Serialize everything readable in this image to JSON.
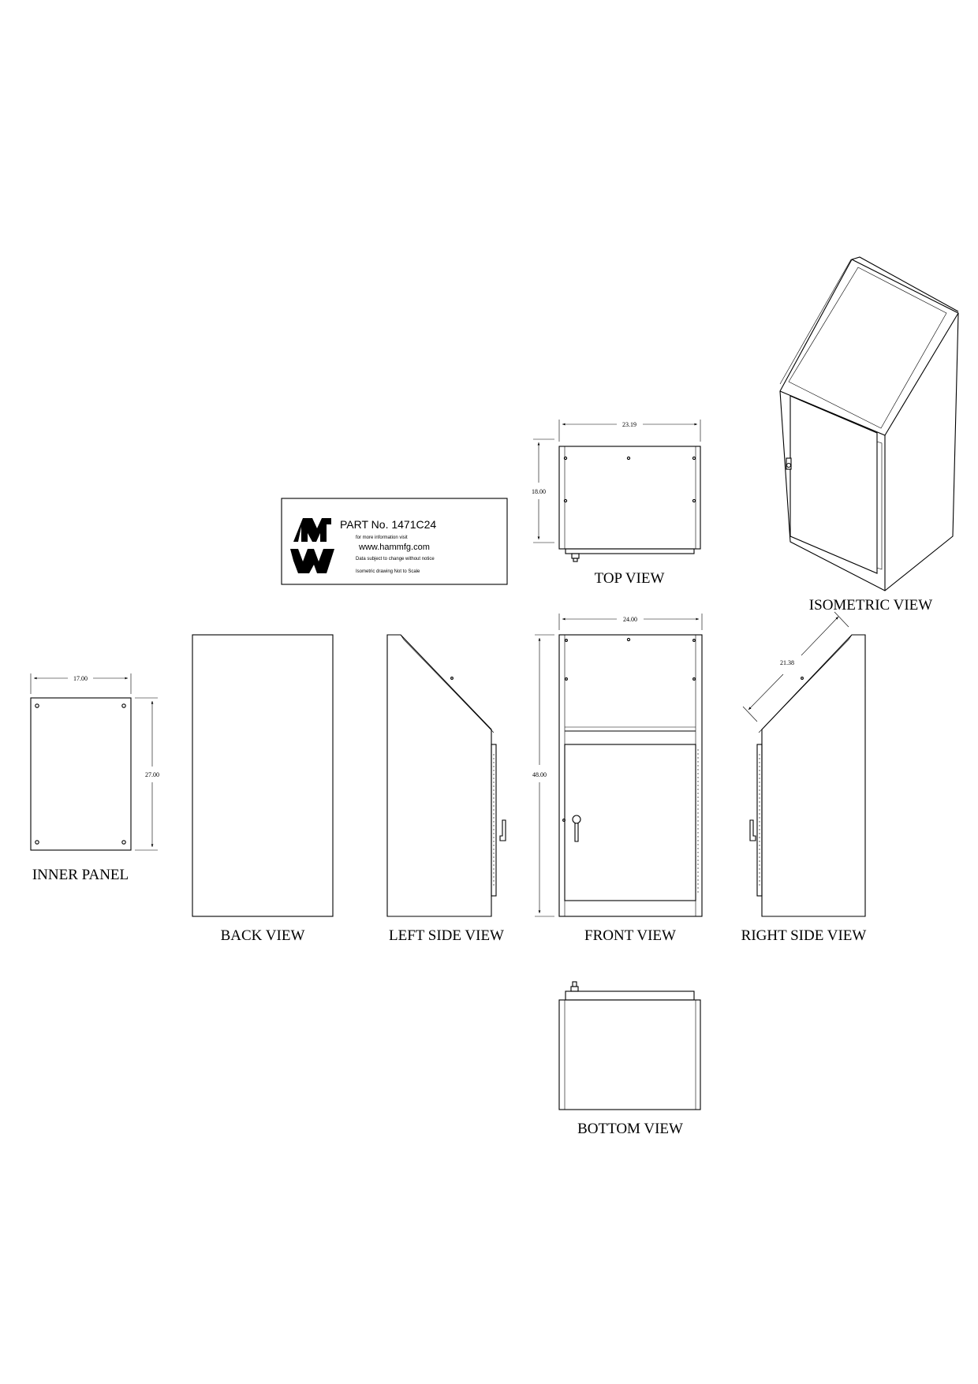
{
  "title_block": {
    "part_number": "PART No.  1471C24",
    "info_line": "for more information visit",
    "url": "www.hammfg.com",
    "notice": "Data subject to change without notice",
    "iso_note": "Isometric drawing Not to Scale"
  },
  "views": {
    "top": "TOP VIEW",
    "isometric": "ISOMETRIC VIEW",
    "inner_panel": "INNER PANEL",
    "back": "BACK VIEW",
    "left_side": "LEFT SIDE VIEW",
    "front": "FRONT VIEW",
    "right_side": "RIGHT SIDE VIEW",
    "bottom": "BOTTOM VIEW"
  },
  "dimensions": {
    "top_width": "23.19",
    "top_depth": "18.00",
    "front_width": "24.00",
    "front_height": "48.00",
    "slope_length": "21.38",
    "inner_width": "17.00",
    "inner_height": "27.00"
  }
}
